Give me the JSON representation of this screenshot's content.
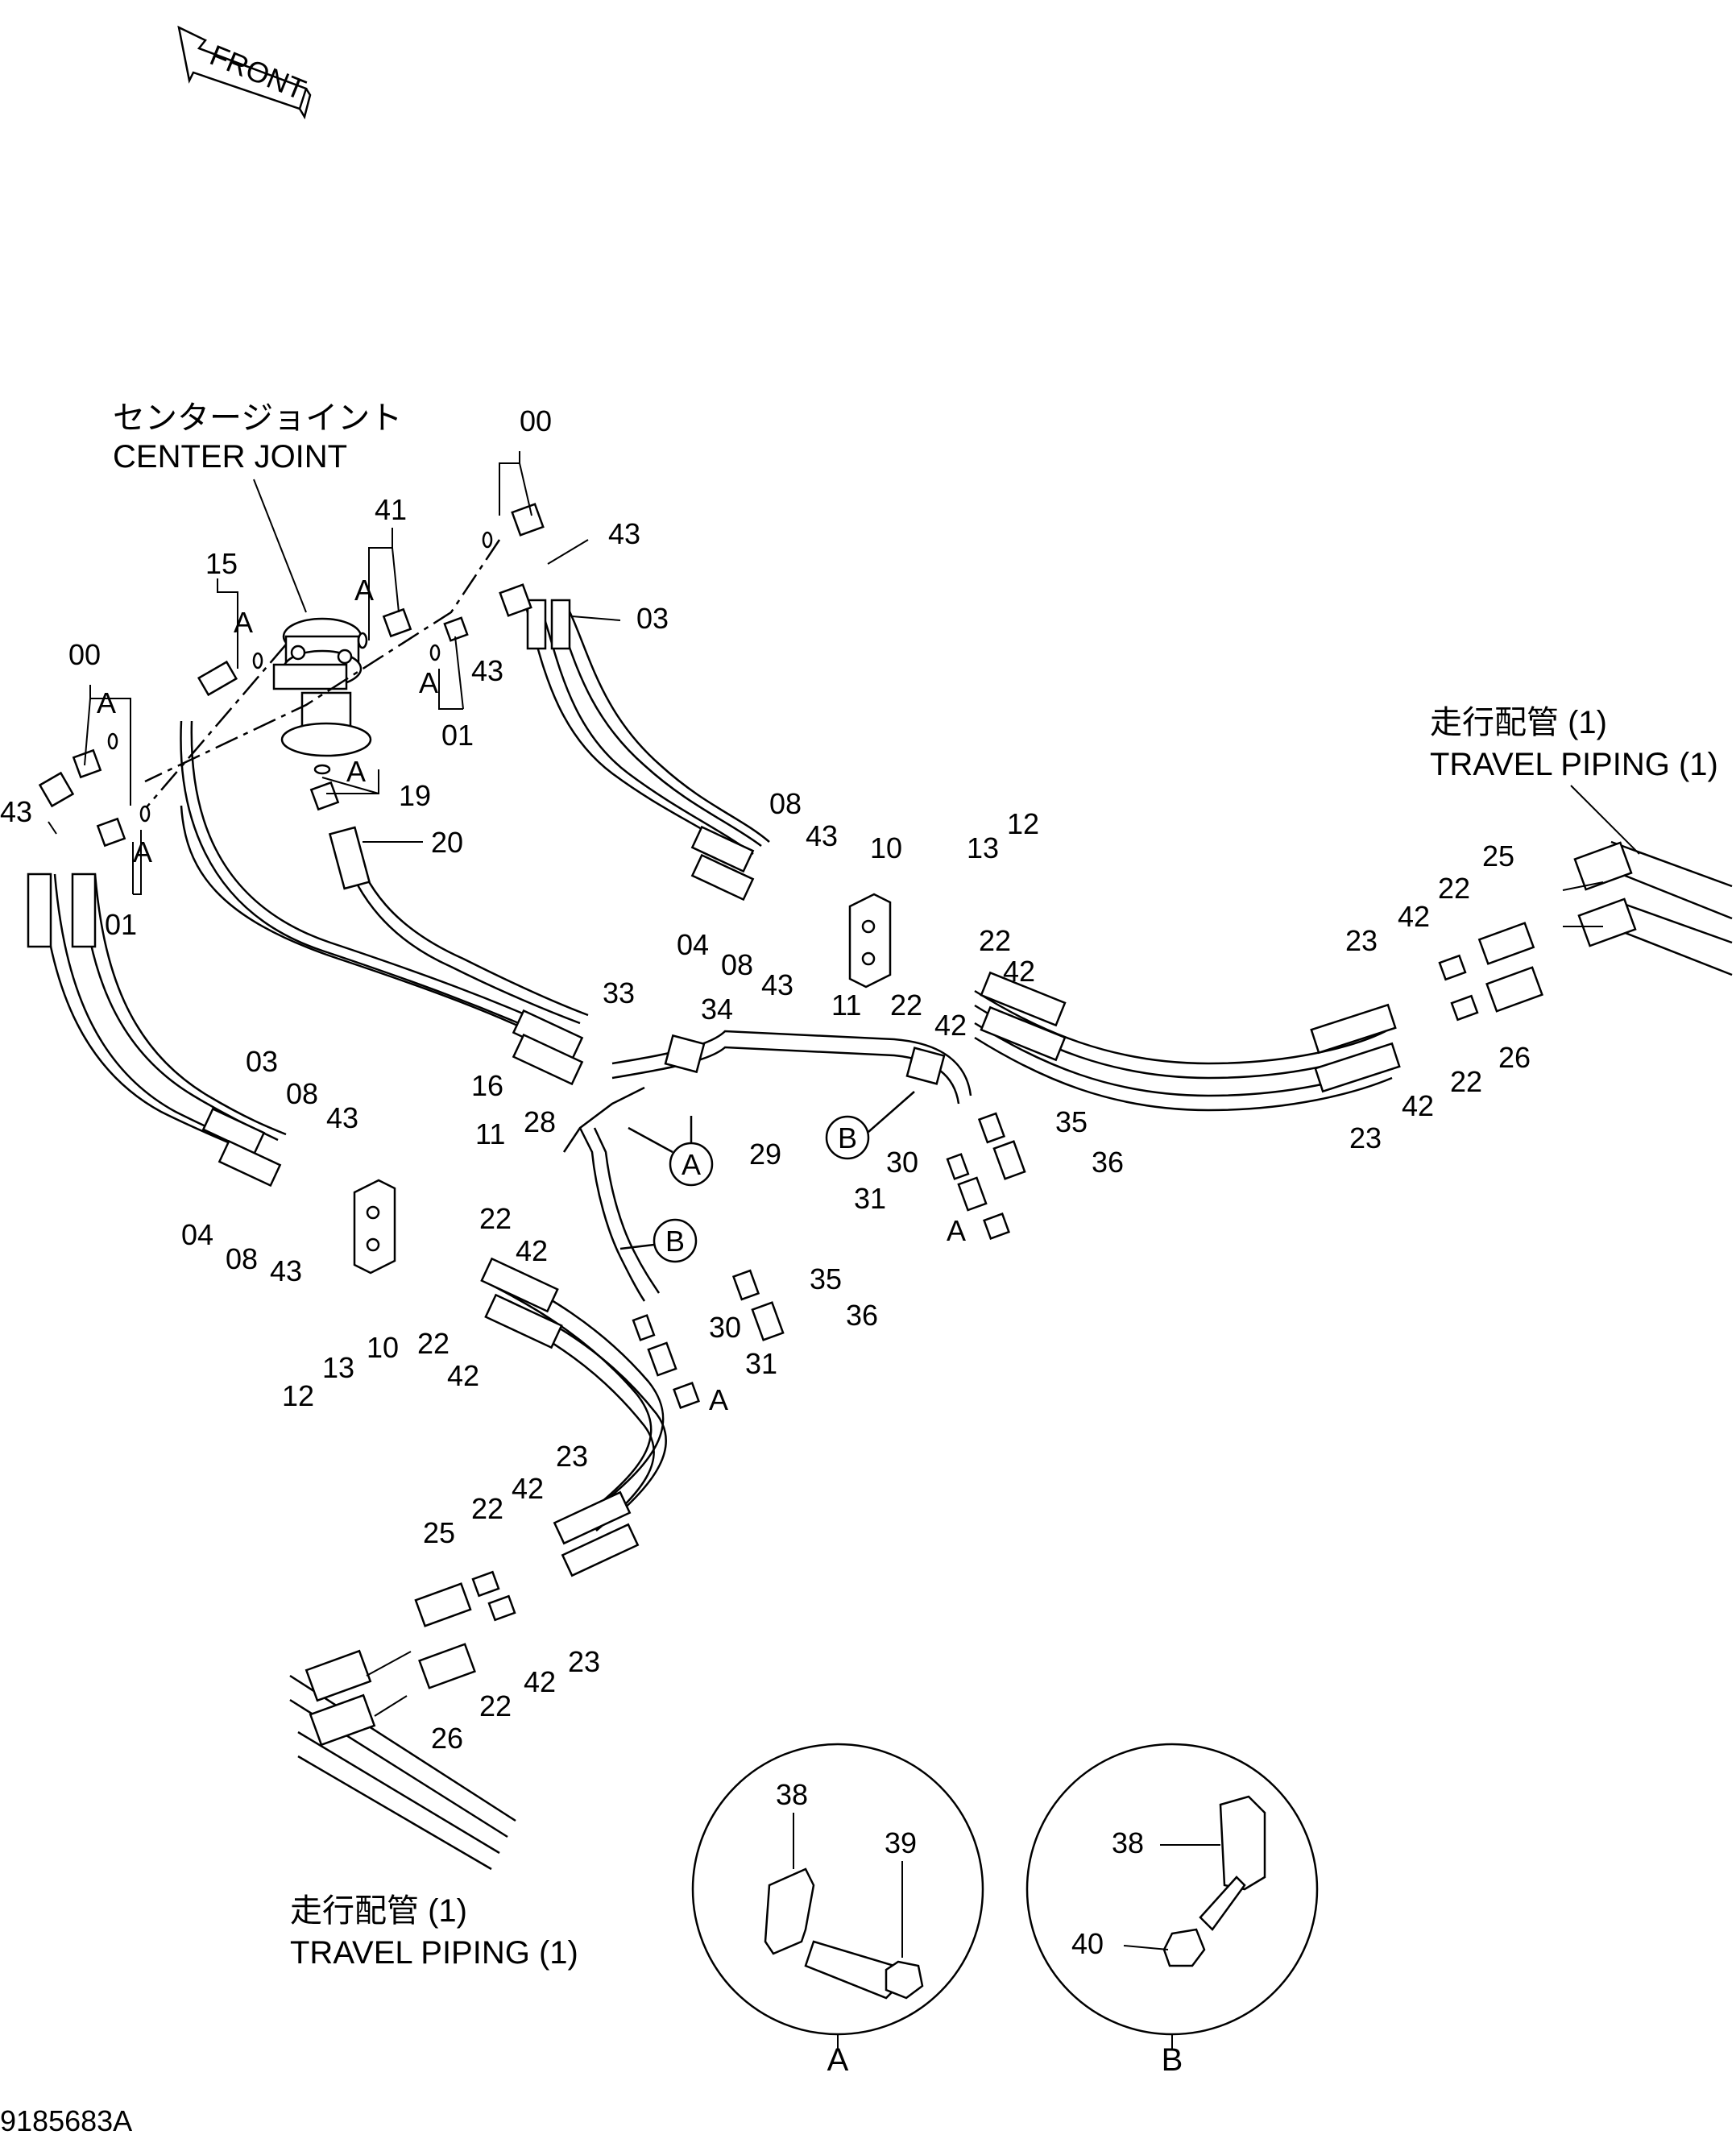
{
  "front": {
    "label": "FRONT"
  },
  "center_joint": {
    "label_jp": "センタージョイント",
    "label_en": "CENTER JOINT"
  },
  "travel_piping_right": {
    "label_jp": "走行配管 (1)",
    "label_en": "TRAVEL PIPING (1)"
  },
  "travel_piping_left": {
    "label_jp": "走行配管 (1)",
    "label_en": "TRAVEL PIPING (1)"
  },
  "detail_a": {
    "letter": "A",
    "labels": [
      "38",
      "39"
    ]
  },
  "detail_b": {
    "letter": "B",
    "labels": [
      "38",
      "40"
    ]
  },
  "callout_letters": {
    "a": "A",
    "b": "B"
  },
  "drawing_number": "9185683A",
  "part_labels": [
    "00",
    "43",
    "03",
    "41",
    "A",
    "15",
    "A",
    "43",
    "01",
    "A",
    "00",
    "A",
    "43",
    "A",
    "01",
    "A",
    "19",
    "20",
    "08",
    "43",
    "10",
    "13",
    "12",
    "04",
    "08",
    "43",
    "22",
    "42",
    "11",
    "22",
    "42",
    "25",
    "42",
    "22",
    "23",
    "26",
    "42",
    "22",
    "23",
    "33",
    "34",
    "16",
    "28",
    "29",
    "35",
    "36",
    "30",
    "31",
    "A",
    "03",
    "08",
    "43",
    "11",
    "04",
    "08",
    "43",
    "22",
    "42",
    "10",
    "22",
    "42",
    "12",
    "13",
    "35",
    "36",
    "30",
    "31",
    "A",
    "23",
    "25",
    "22",
    "42",
    "42",
    "22",
    "26",
    "23"
  ]
}
